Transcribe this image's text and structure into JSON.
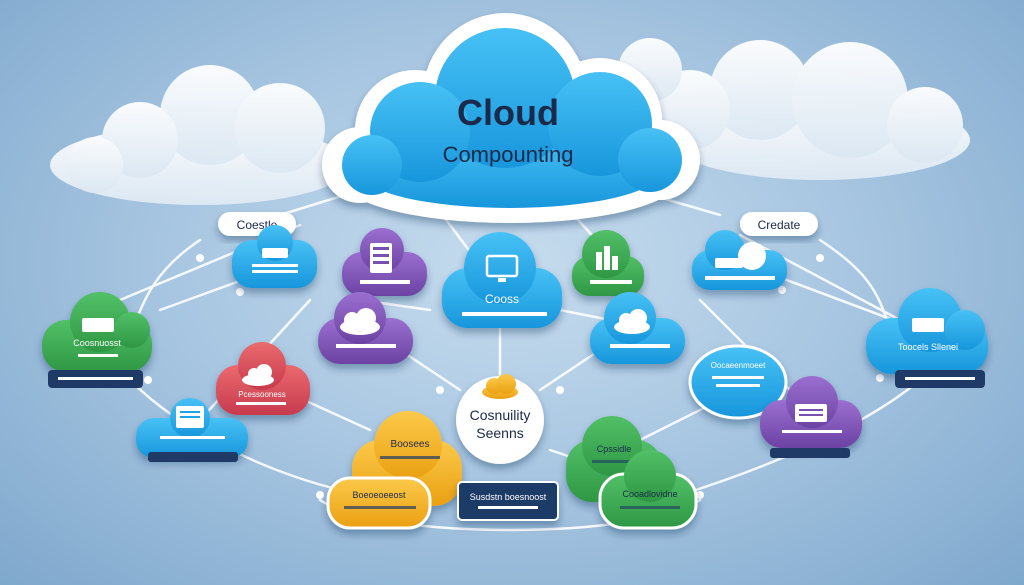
{
  "main": {
    "title_line1": "Cloud",
    "title_line2": "Compounting"
  },
  "labels": {
    "left_tag": "Coestle",
    "right_tag": "Credate",
    "center_top": "Cooss",
    "center_circle_line1": "Cosnuility",
    "center_circle_line2": "Seenns",
    "bottom_yellow_top": "Boosees",
    "bottom_yellow_left": "Boeoeoeeost",
    "bottom_navy_box": "Susdstn boesnoost",
    "bottom_green_top": "Cpssidle",
    "bottom_green_right": "Cooadlovidne",
    "left_green": "Coosnuosst",
    "right_blue_far": "Toocels Sllenei",
    "right_blue_mid": "Oocaeenmoeet",
    "left_red": "Pcessooness"
  },
  "colors": {
    "primary_blue": "#1aa3e8",
    "purple": "#7a4fb1",
    "green": "#3aa850",
    "red": "#d6455a",
    "yellow": "#f2b01e",
    "navy": "#1f3a66"
  },
  "icons": [
    "cloud-icon",
    "computer-icon",
    "document-icon",
    "server-icon",
    "bar-chart-icon",
    "window-icon",
    "folder-icon",
    "gear-icon"
  ]
}
